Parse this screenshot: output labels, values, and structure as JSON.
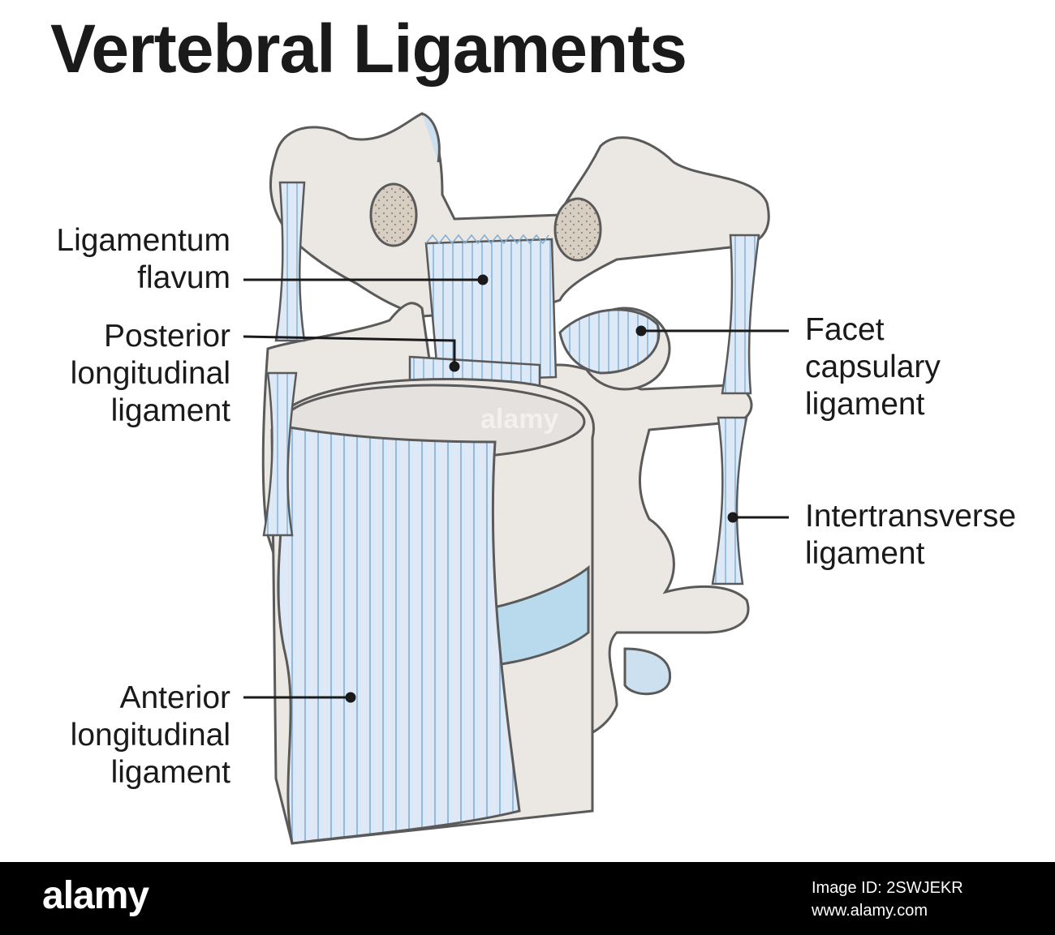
{
  "title": "Vertebral Ligaments",
  "labels": {
    "ligamentum_flavum": [
      "Ligamentum",
      "flavum"
    ],
    "posterior_longitudinal": [
      "Posterior",
      "longitudinal",
      "ligament"
    ],
    "anterior_longitudinal": [
      "Anterior",
      "longitudinal",
      "ligament"
    ],
    "facet_capsulary": [
      "Facet",
      "capsulary",
      "ligament"
    ],
    "intertransverse": [
      "Intertransverse",
      "ligament"
    ]
  },
  "watermark": "alamy",
  "footer": {
    "brand": "alamy",
    "image_id": "Image ID: 2SWJEKR",
    "site": "www.alamy.com"
  },
  "colors": {
    "bone": "#ebe7e2",
    "bone_shade": "#d9d3cc",
    "outline": "#5a5a5a",
    "ligament": "#dde9f6",
    "ligament_line": "#7eaed6",
    "disc": "#b9d9ec",
    "text": "#1a1a1a",
    "footer_bg": "#000000"
  }
}
